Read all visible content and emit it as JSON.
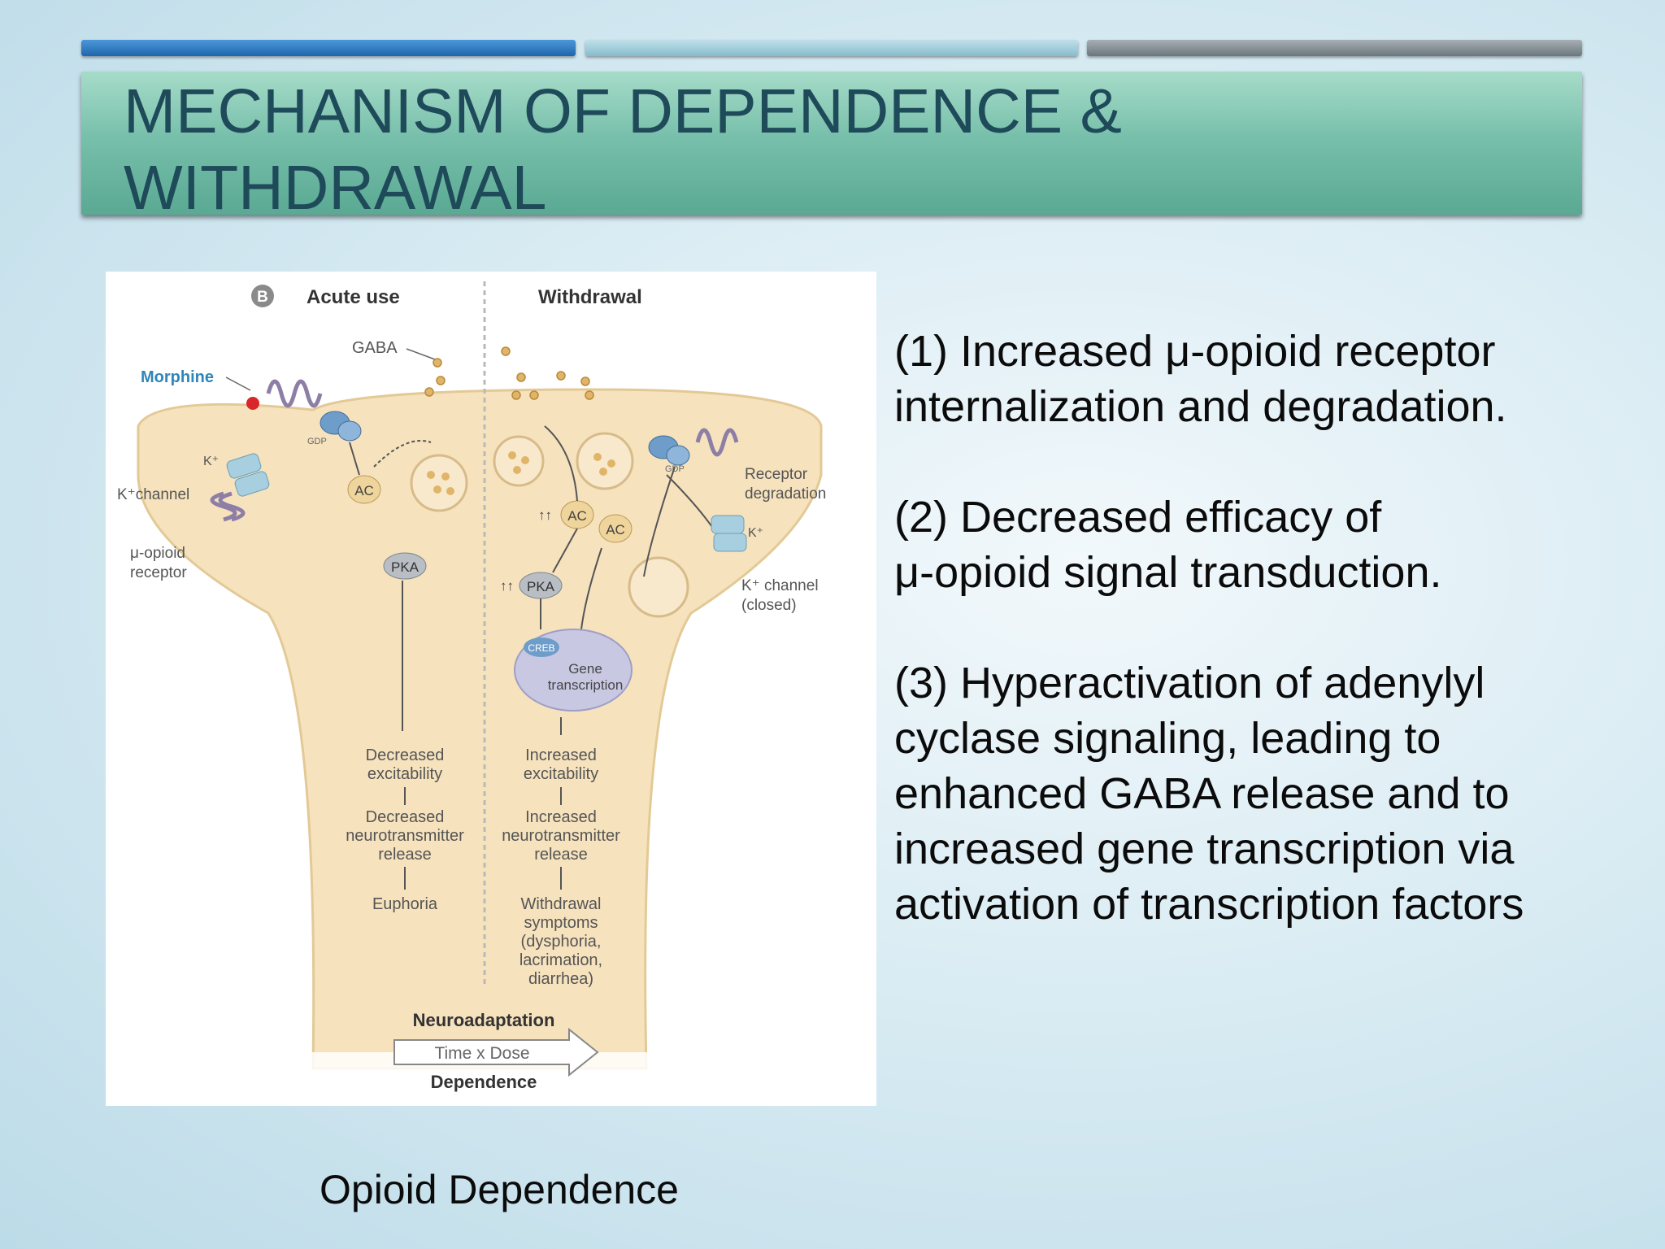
{
  "title": "MECHANISM OF DEPENDENCE & WITHDRAWAL",
  "figure": {
    "panel_letter": "B",
    "acute_header": "Acute use",
    "withdrawal_header": "Withdrawal",
    "gaba": "GABA",
    "morphine": "Morphine",
    "k_small": "K⁺",
    "k_channel": "K⁺channel",
    "receptor_line1": "μ-opioid",
    "receptor_line2": "receptor",
    "gdp": "GDP",
    "ac": "AC",
    "pka": "PKA",
    "up_arrows": "↑↑",
    "receptor_degradation_1": "Receptor",
    "receptor_degradation_2": "degradation",
    "k_channel_closed_1": "K⁺ channel",
    "k_channel_closed_2": "(closed)",
    "creb": "CREB",
    "gene_1": "Gene",
    "gene_2": "transcription",
    "left_flow": [
      "Decreased",
      "excitability",
      "Decreased",
      "neurotransmitter",
      "release",
      "Euphoria"
    ],
    "right_flow": [
      "Increased",
      "excitability",
      "Increased",
      "neurotransmitter",
      "release",
      "Withdrawal",
      "symptoms",
      "(dysphoria,",
      "lacrimation,",
      "diarrhea)"
    ],
    "neuroadaptation": "Neuroadaptation",
    "time_dose": "Time x Dose",
    "dependence": "Dependence"
  },
  "bullets": [
    "(1) Increased μ-opioid receptor\ninternalization and degradation.",
    "(2) Decreased efficacy of\nμ-opioid signal transduction.",
    "(3) Hyperactivation of adenylyl\ncyclase signaling, leading to\nenhanced GABA release and to\nincreased gene transcription via\nactivation of transcription factors"
  ],
  "caption": "Opioid Dependence",
  "colors": {
    "title_text": "#1e4a5a",
    "title_bar": "#78c0ab",
    "cell_fill": "#f6e2bd",
    "morphine_text": "#2f86b8"
  }
}
